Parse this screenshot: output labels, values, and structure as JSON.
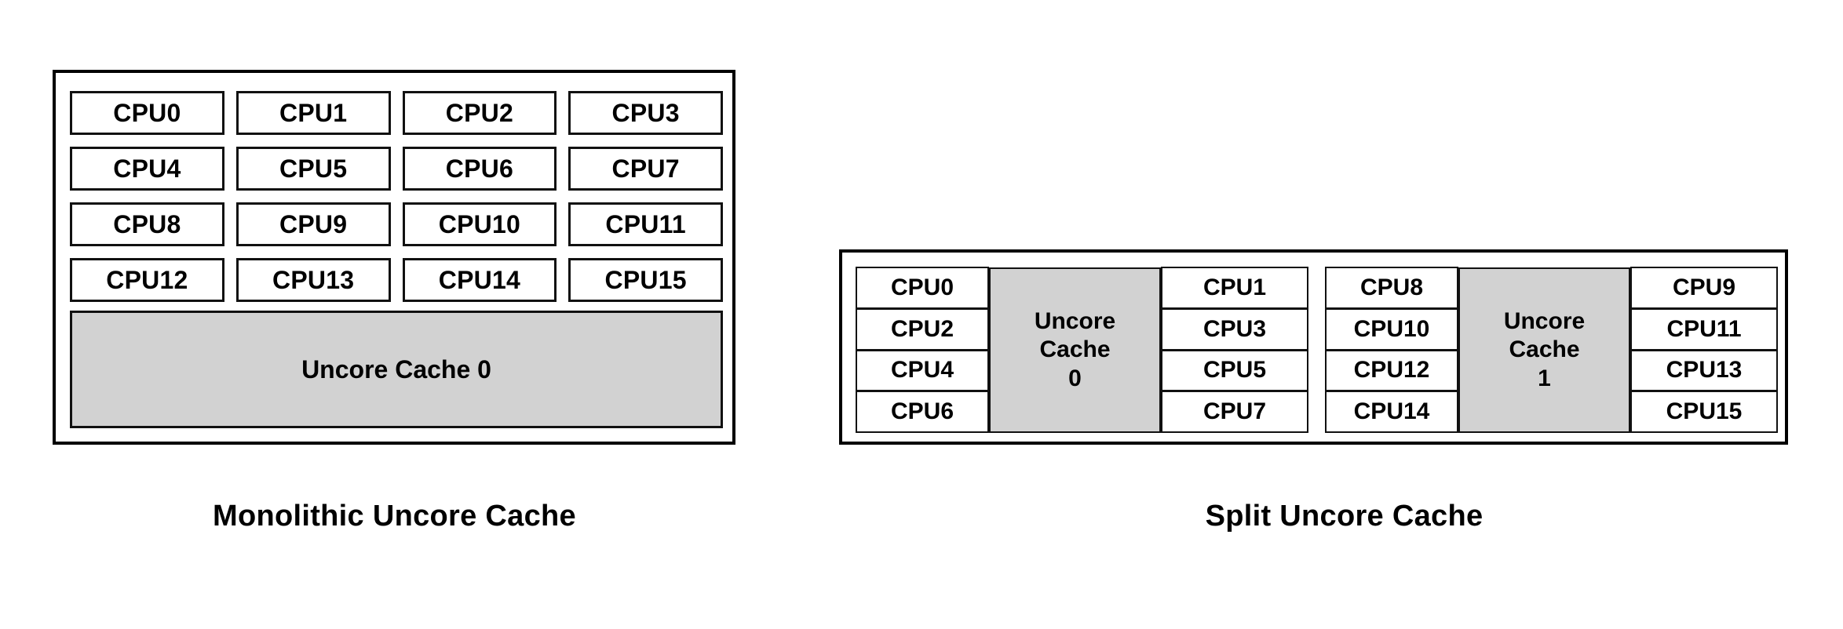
{
  "figure": {
    "panels": [
      {
        "id": "monolithic",
        "caption": "Monolithic Uncore Cache",
        "layout": "grid-4x4-over-single-cache",
        "cpus": [
          "CPU0",
          "CPU1",
          "CPU2",
          "CPU3",
          "CPU4",
          "CPU5",
          "CPU6",
          "CPU7",
          "CPU8",
          "CPU9",
          "CPU10",
          "CPU11",
          "CPU12",
          "CPU13",
          "CPU14",
          "CPU15"
        ],
        "cache": {
          "label": "Uncore Cache 0",
          "fill": "#d2d2d2"
        }
      },
      {
        "id": "split",
        "caption": "Split Uncore Cache",
        "layout": "two-clusters-cpus-flanking-cache",
        "clusters": [
          {
            "id": "cluster-0",
            "left_cpus": [
              "CPU0",
              "CPU2",
              "CPU4",
              "CPU6"
            ],
            "right_cpus": [
              "CPU1",
              "CPU3",
              "CPU5",
              "CPU7"
            ],
            "cache": {
              "lines": [
                "Uncore",
                "Cache",
                "0"
              ],
              "fill": "#d2d2d2"
            }
          },
          {
            "id": "cluster-1",
            "left_cpus": [
              "CPU8",
              "CPU10",
              "CPU12",
              "CPU14"
            ],
            "right_cpus": [
              "CPU9",
              "CPU11",
              "CPU13",
              "CPU15"
            ],
            "cache": {
              "lines": [
                "Uncore",
                "Cache",
                "1"
              ],
              "fill": "#d2d2d2"
            }
          }
        ]
      }
    ],
    "colors": {
      "background": "#ffffff",
      "stroke": "#000000",
      "cache_fill": "#d2d2d2",
      "text": "#000000"
    }
  }
}
